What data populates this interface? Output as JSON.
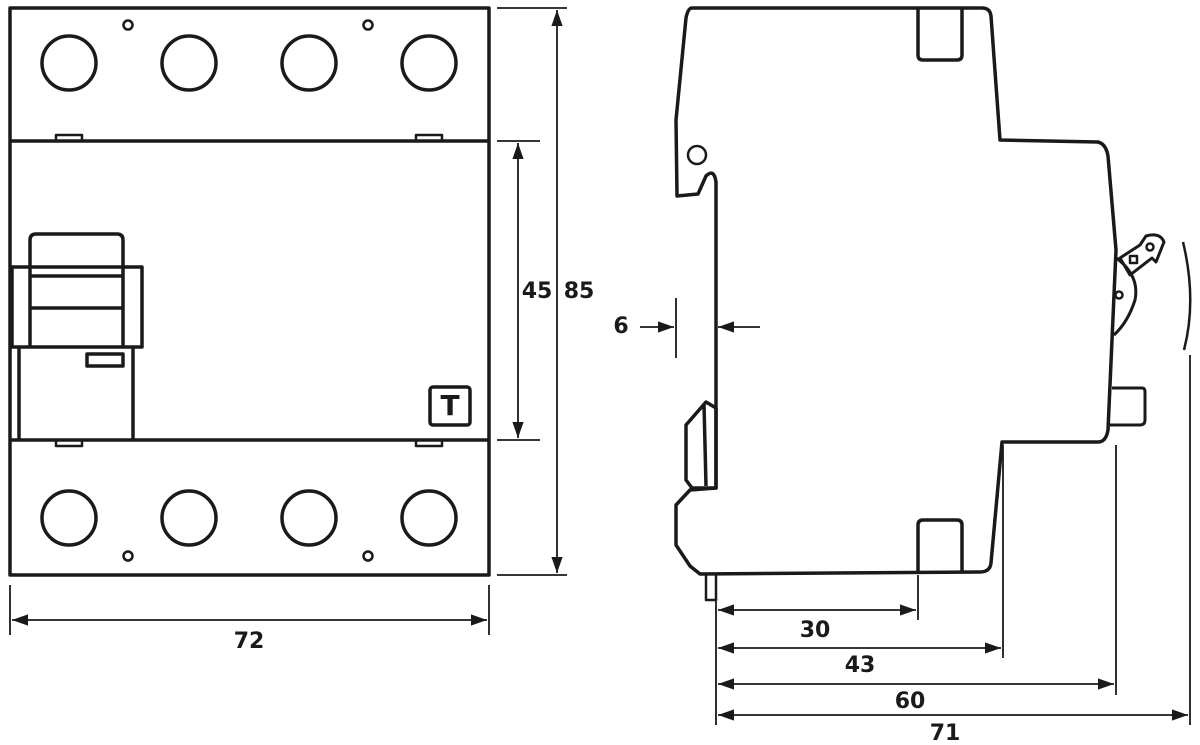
{
  "title": "Residual current device dimension drawing",
  "front_view": {
    "test_button_label": "T",
    "dimensions": {
      "width": "72",
      "inner_height": "45",
      "total_height": "85"
    }
  },
  "side_view": {
    "dimensions": {
      "rail_offset": "6",
      "depth_1": "30",
      "depth_2": "43",
      "depth_3": "60",
      "depth_4": "71"
    }
  },
  "colors": {
    "line": "#1a1a1a",
    "background": "#ffffff"
  }
}
